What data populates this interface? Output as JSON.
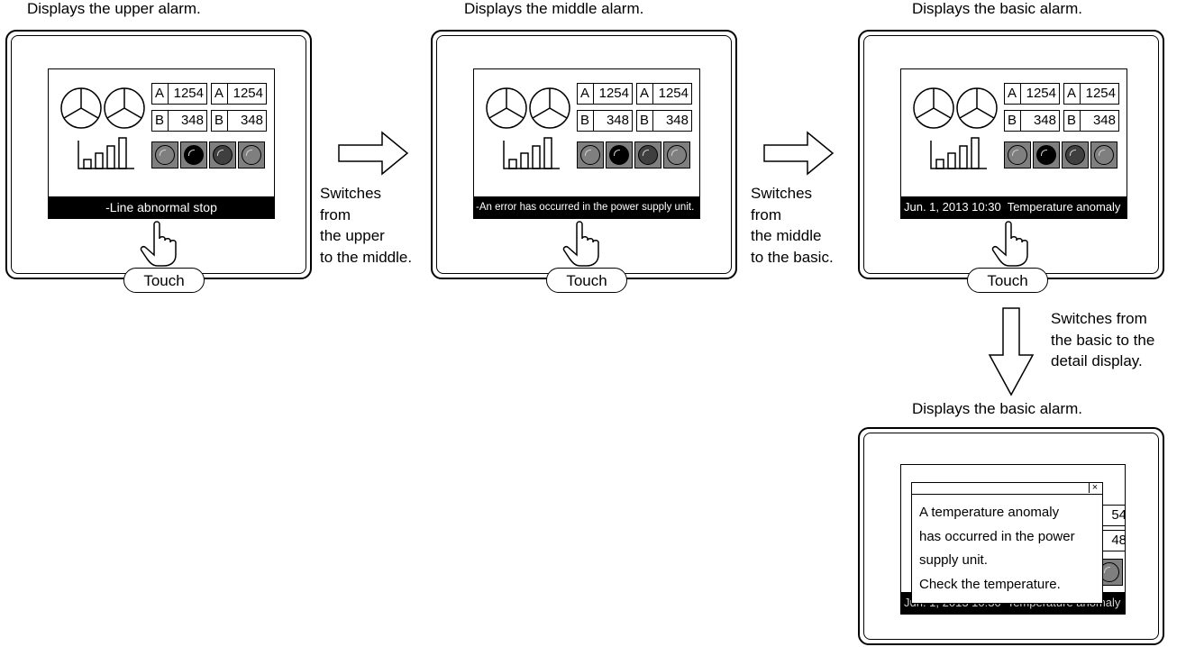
{
  "captions": {
    "upper": "Displays the upper alarm.",
    "middle": "Displays the middle alarm.",
    "basic": "Displays the basic alarm.",
    "detail": "Displays the basic alarm."
  },
  "notes": {
    "upper_to_middle": [
      "Switches",
      "from",
      "the upper",
      "to the middle."
    ],
    "middle_to_basic": [
      "Switches",
      "from",
      "the middle",
      "to the basic."
    ],
    "basic_to_detail": [
      "Switches from",
      "the basic to the",
      "detail display."
    ]
  },
  "cells": {
    "a_label": "A",
    "a_value": "1254",
    "b_label": "B",
    "b_value": "348"
  },
  "alarms": {
    "upper": "-Line abnormal stop",
    "middle": "-An error has occurred in the power supply unit.",
    "basic": "Jun. 1, 2013 10:30  Temperature anomaly"
  },
  "touch_label": "Touch",
  "detail_window": {
    "close_glyph": "×",
    "lines": [
      "A temperature anomaly",
      "has occurred in the power",
      "supply unit.",
      "Check the temperature."
    ],
    "peek_values": [
      "54",
      "48"
    ]
  },
  "colors": {
    "lamp_gray": "#7f7f7f",
    "lamp_dark": "#3f3f3f",
    "lamp_black": "#000000",
    "bar": "#000000"
  }
}
